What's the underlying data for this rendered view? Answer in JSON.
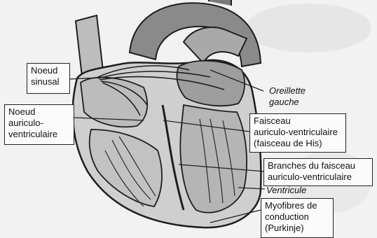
{
  "diagram": {
    "labels": {
      "noeud_sinusal": [
        "Noeud",
        "sinusal"
      ],
      "noeud_av": [
        "Noeud",
        "auriculo-",
        "ventriculaire"
      ],
      "oreillette_gauche": [
        "Oreillette",
        "gauche"
      ],
      "faisceau_his": [
        "Faisceau",
        "auriculo-ventriculaire",
        "(faisceau de His)"
      ],
      "branches": [
        "Branches du faisceau",
        "auriculo-ventriculaire"
      ],
      "ventricule": "Ventricule",
      "purkinje": [
        "Myofibres de",
        "conduction",
        "(Purkinje)"
      ]
    },
    "colors": {
      "background": "#f2f2f2",
      "heart_outline": "#1e1e1e",
      "heart_fill": "#cfcfcf",
      "aorta_fill": "#8a8a8a",
      "chamber_fill": "#b9b9b9",
      "box_fill": "#fbfbfb",
      "leader_line": "#222222"
    }
  }
}
